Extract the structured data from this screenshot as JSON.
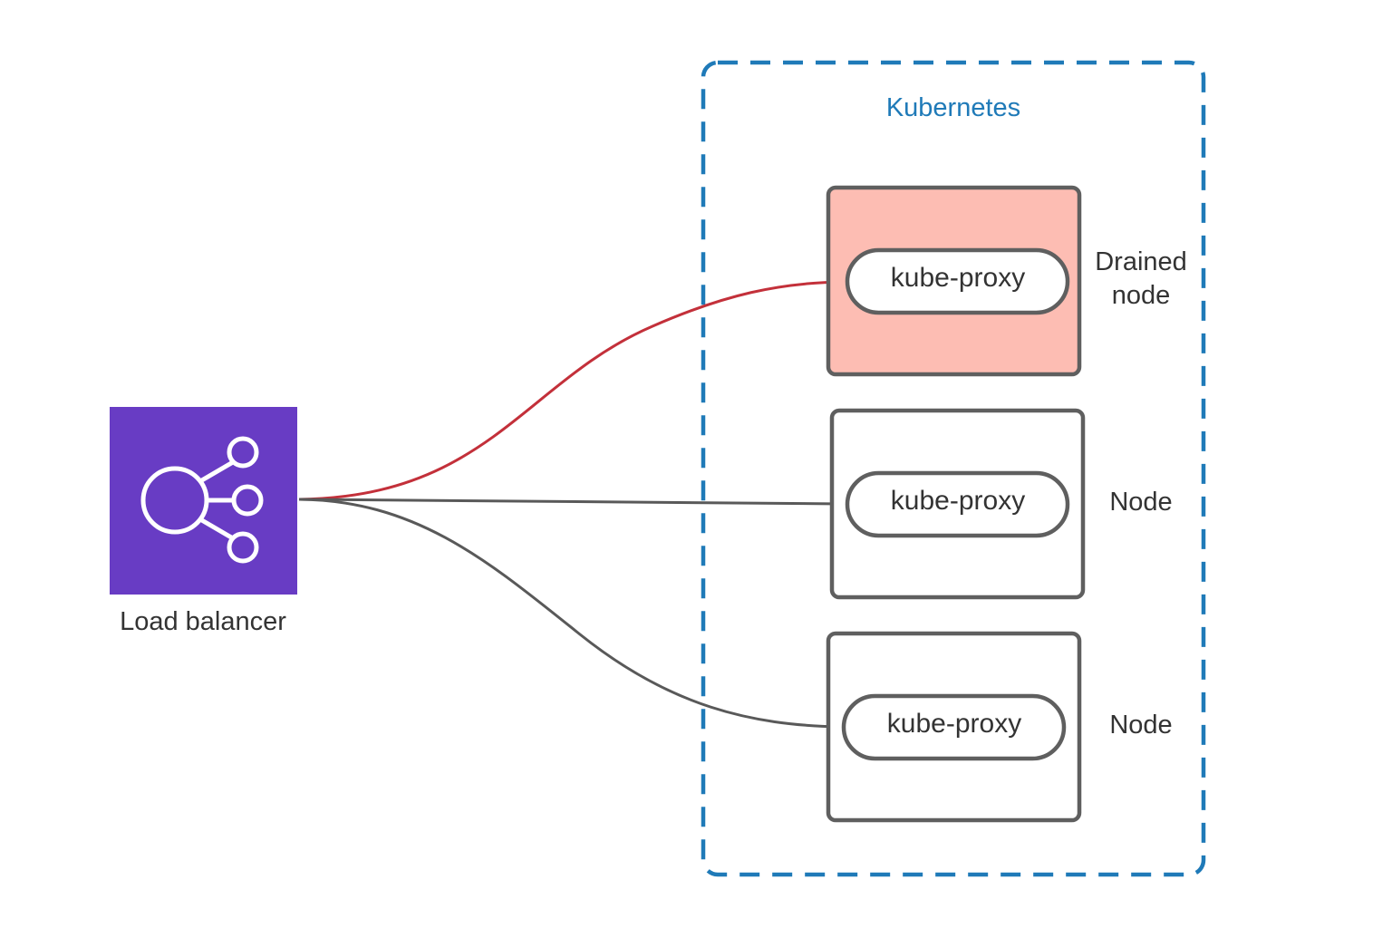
{
  "colors": {
    "cluster_border": "#1f7ab8",
    "load_balancer_fill": "#683cc4",
    "drained_fill": "#fdbdb3",
    "node_border": "#5f5f5f",
    "link_default": "#595959",
    "link_drained": "#c3303a",
    "text": "#333333"
  },
  "cluster": {
    "label": "Kubernetes"
  },
  "load_balancer": {
    "label": "Load balancer",
    "icon": "load-balancer-icon"
  },
  "nodes": [
    {
      "proxy_label": "kube-proxy",
      "side_label_line1": "Drained",
      "side_label_line2": "node",
      "state": "drained"
    },
    {
      "proxy_label": "kube-proxy",
      "side_label_line1": "Node",
      "side_label_line2": "",
      "state": "active"
    },
    {
      "proxy_label": "kube-proxy",
      "side_label_line1": "Node",
      "side_label_line2": "",
      "state": "active"
    }
  ]
}
